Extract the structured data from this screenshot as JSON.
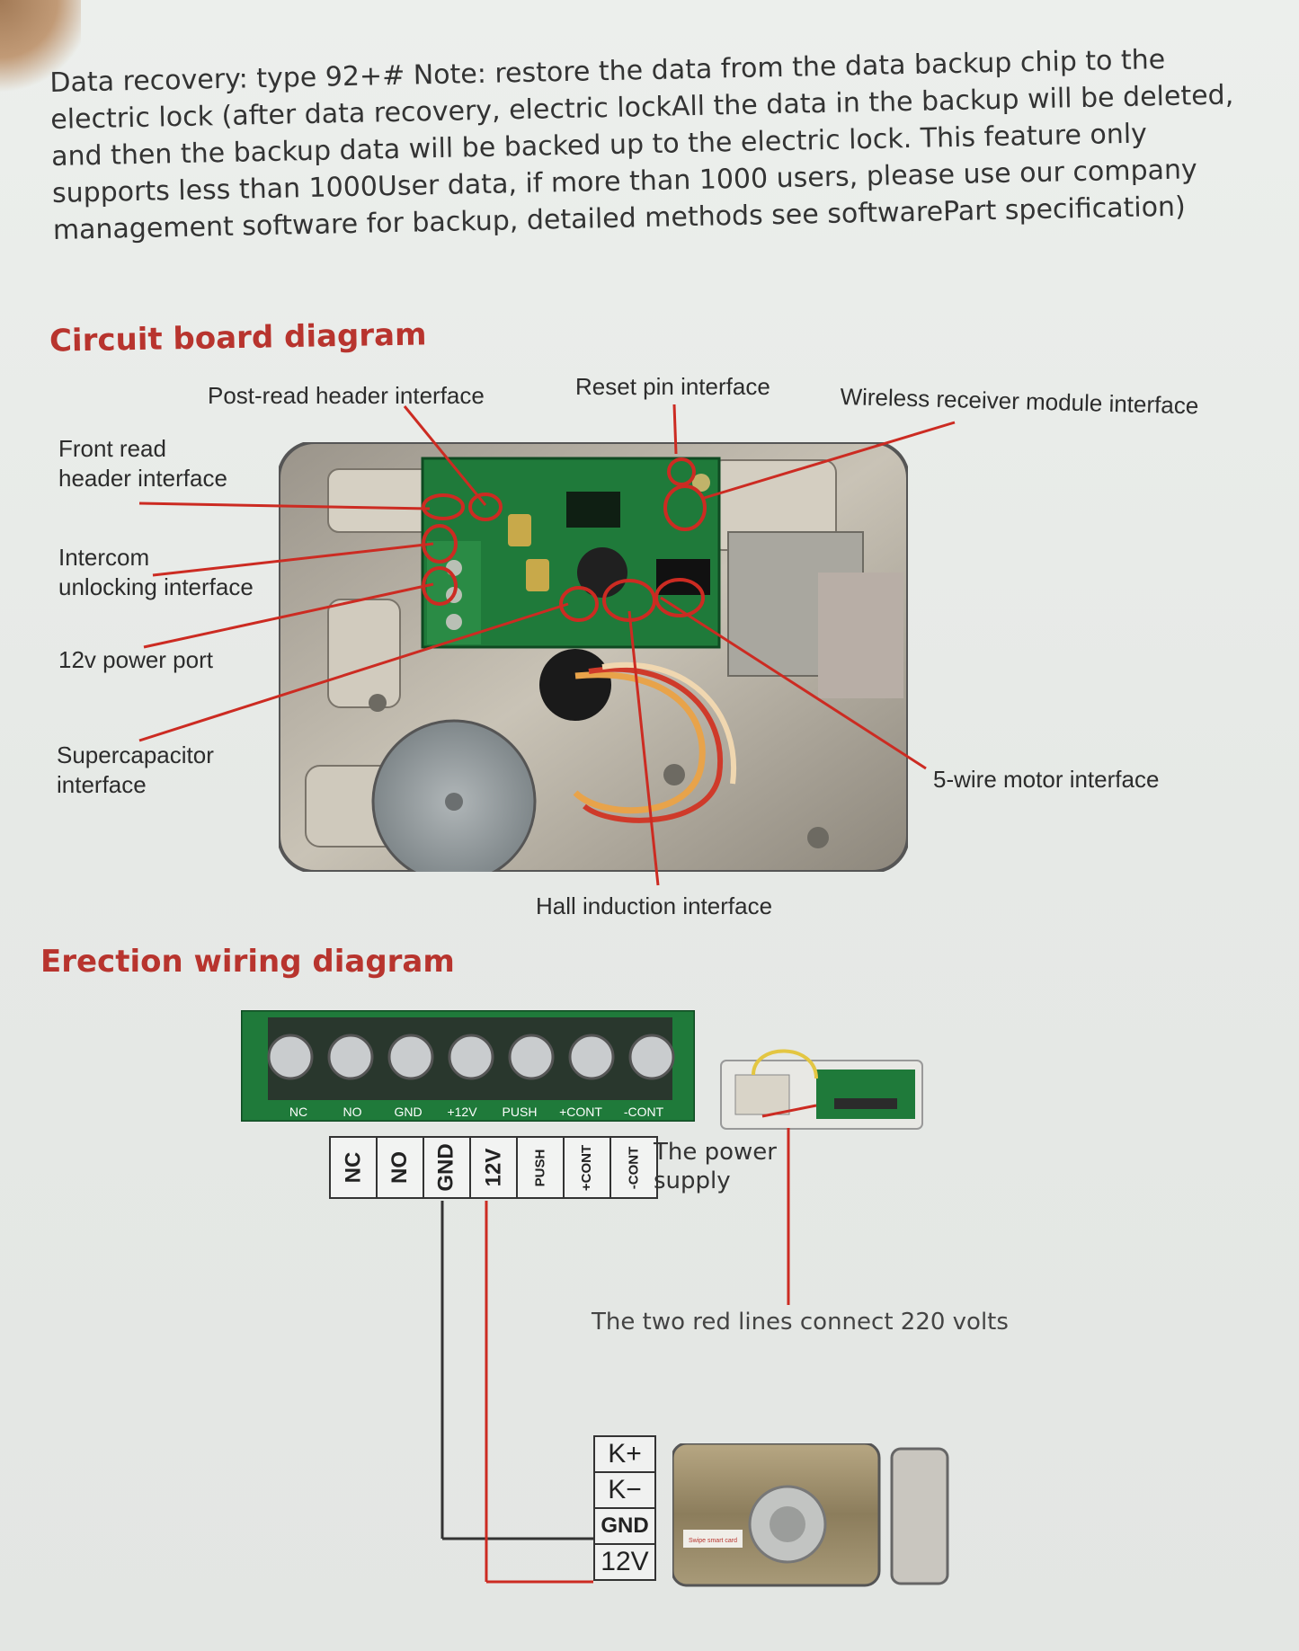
{
  "intro_text": "Data recovery: type 92+# Note: restore the data from the data backup chip to the electric lock (after data recovery, electric lockAll the data in the backup will be deleted, and then the backup data will be backed up to the electric lock. This feature only supports less than 1000User data, if more than 1000 users, please use our company management software for backup, detailed methods see softwarePart specification)",
  "circuit_section": {
    "title": "Circuit board diagram",
    "labels": {
      "post_read": "Post-read header interface",
      "reset_pin": "Reset pin interface",
      "wireless": "Wireless receiver module interface",
      "front_read_1": "Front read",
      "front_read_2": "header interface",
      "intercom_1": "Intercom",
      "intercom_2": "unlocking interface",
      "power_12v": "12v power port",
      "supercap_1": "Supercapacitor",
      "supercap_2": "interface",
      "motor": "5-wire motor interface",
      "hall": "Hall induction interface"
    }
  },
  "wiring_section": {
    "title": "Erection wiring diagram",
    "terminal_print": [
      "NC",
      "NO",
      "GND",
      "+12V",
      "PUSH",
      "+CONT",
      "-CONT"
    ],
    "terminal_labels": [
      "NC",
      "NO",
      "GND",
      "12V",
      "PUSH",
      "+CONT",
      "-CONT"
    ],
    "power_supply_1": "The power",
    "power_supply_2": "supply",
    "red_lines_note": "The two red lines connect 220 volts",
    "lock_terminals": [
      "K+",
      "K−",
      "GND",
      "12V"
    ],
    "lock_card_text": "Swipe smart card"
  },
  "colors": {
    "title_red": "#b8342e",
    "annotation_red": "#cc2b22",
    "pcb_green": "#1f7a3a",
    "wire_black": "#333333"
  }
}
